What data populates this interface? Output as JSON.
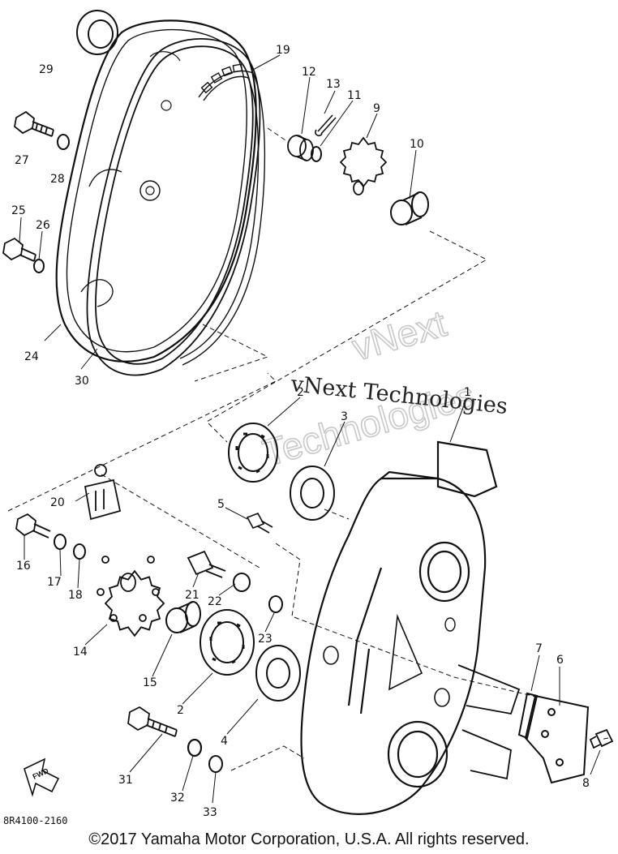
{
  "diagram": {
    "callouts": {
      "p1": "1",
      "p2a": "2",
      "p2b": "2",
      "p3": "3",
      "p4": "4",
      "p5": "5",
      "p6": "6",
      "p7": "7",
      "p8": "8",
      "p9": "9",
      "p10": "10",
      "p11": "11",
      "p12": "12",
      "p13": "13",
      "p14": "14",
      "p15": "15",
      "p16": "16",
      "p17": "17",
      "p18": "18",
      "p19": "19",
      "p20": "20",
      "p21": "21",
      "p22": "22",
      "p23": "23",
      "p24": "24",
      "p25": "25",
      "p26": "26",
      "p27": "27",
      "p28": "28",
      "p29": "29",
      "p30": "30",
      "p31": "31",
      "p32": "32",
      "p33": "33"
    },
    "fwd_label": "FWD",
    "drawing_code": "8R4100-2160"
  },
  "watermark": {
    "main": "vNext Technologies",
    "ghost_line1": "vNext",
    "ghost_line2": "Technologies"
  },
  "footer": {
    "copyright": "©2017 Yamaha Motor Corporation, U.S.A. All rights reserved."
  }
}
